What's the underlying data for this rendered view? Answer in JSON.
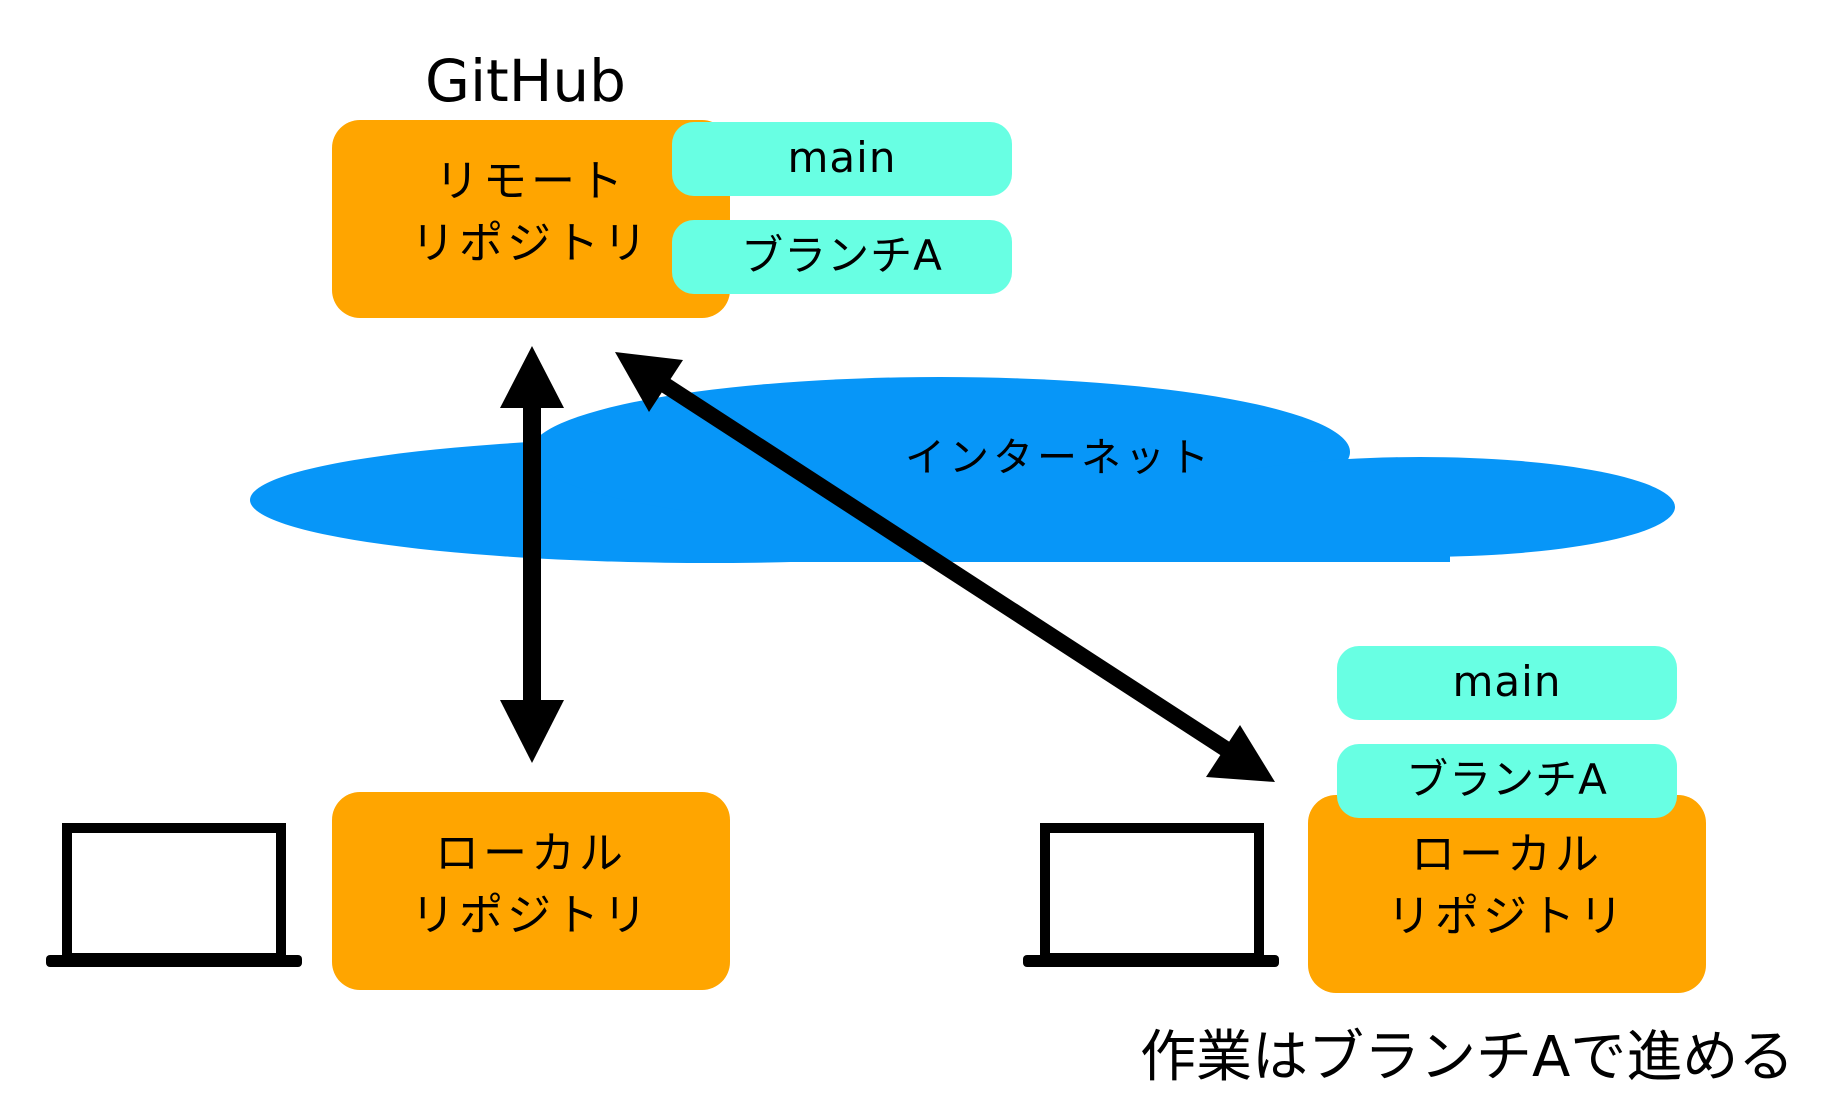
{
  "github": {
    "label": "GitHub"
  },
  "remote_repo": {
    "line1": "リモート",
    "line2": "リポジトリ",
    "branches": [
      {
        "label": "main"
      },
      {
        "label": "ブランチA"
      }
    ]
  },
  "network": {
    "label": "インターネット"
  },
  "local_repo_left": {
    "line1": "ローカル",
    "line2": "リポジトリ"
  },
  "local_repo_right": {
    "line1": "ローカル",
    "line2": "リポジトリ",
    "branches": [
      {
        "label": "main"
      },
      {
        "label": "ブランチA"
      }
    ]
  },
  "note": {
    "label": "作業はブランチAで進める"
  },
  "colors": {
    "repo": "#FFA500",
    "branch": "#68FFE3",
    "cloud": "#0796F8",
    "stroke": "#000000"
  }
}
